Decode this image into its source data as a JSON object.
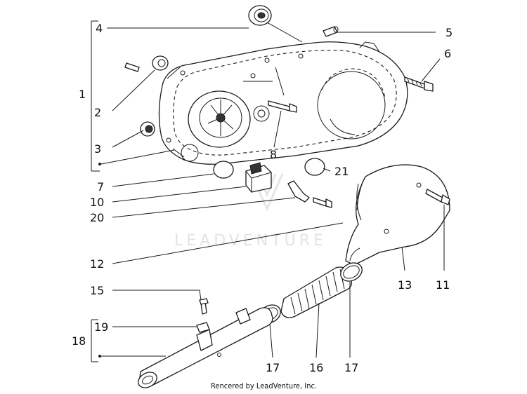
{
  "callouts": {
    "c1": "1",
    "c2": "2",
    "c3": "3",
    "c4": "4",
    "c5": "5",
    "c6": "6",
    "c7": "7",
    "c8": "8",
    "c10": "10",
    "c11": "11",
    "c12": "12",
    "c13": "13",
    "c15": "15",
    "c16": "16",
    "c17a": "17",
    "c17b": "17",
    "c18": "18",
    "c19": "19",
    "c20": "20",
    "c21": "21"
  },
  "watermark": {
    "text": "LEADVENTURE"
  },
  "footer": {
    "text": "Rencered by LeadVenture, Inc."
  },
  "colors": {
    "line": "#1a1a1a",
    "watermark": "#e3e3e3"
  }
}
